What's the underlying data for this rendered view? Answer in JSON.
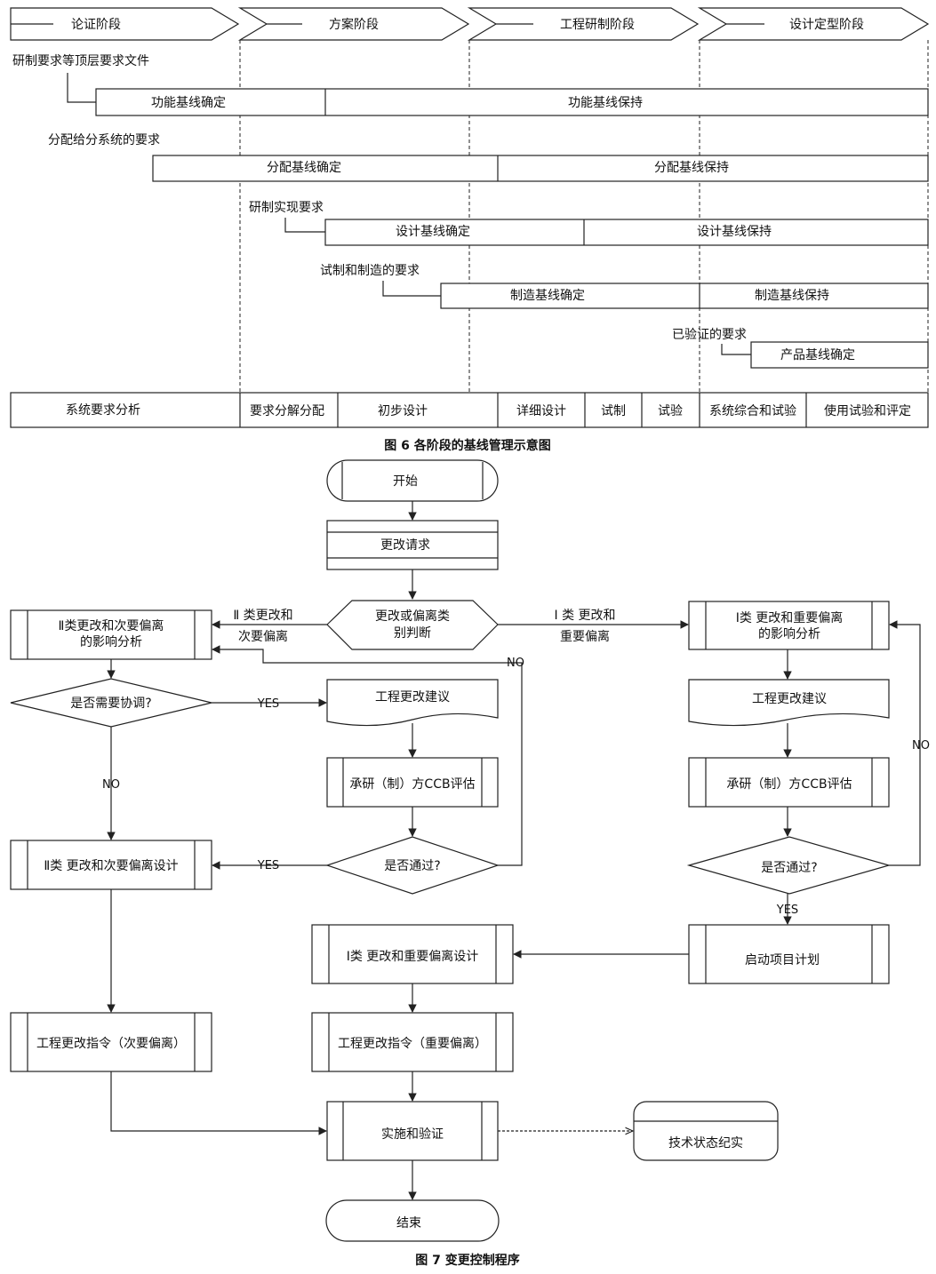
{
  "fig6": {
    "phases": [
      "论证阶段",
      "方案阶段",
      "工程研制阶段",
      "设计定型阶段"
    ],
    "req_top": "研制要求等顶层要求文件",
    "func_define": "功能基线确定",
    "func_keep": "功能基线保持",
    "req_alloc": "分配给分系统的要求",
    "alloc_define": "分配基线确定",
    "alloc_keep": "分配基线保持",
    "req_impl": "研制实现要求",
    "design_define": "设计基线确定",
    "design_keep": "设计基线保持",
    "req_mfg": "试制和制造的要求",
    "mfg_define": "制造基线确定",
    "mfg_keep": "制造基线保持",
    "req_verified": "已验证的要求",
    "product_define": "产品基线确定",
    "activities": [
      "系统要求分析",
      "要求分解分配",
      "初步设计",
      "详细设计",
      "试制",
      "试验",
      "系统综合和试验",
      "使用试验和评定"
    ],
    "caption": "图 6  各阶段的基线管理示意图"
  },
  "fig7": {
    "start": "开始",
    "request": "更改请求",
    "judge": [
      "更改或偏离类",
      "别判断"
    ],
    "cls2_label": [
      "Ⅱ 类更改和",
      "次要偏离"
    ],
    "cls1_label": [
      "Ⅰ 类 更改和",
      "重要偏离"
    ],
    "analysis2": [
      "Ⅱ类更改和次要偏离",
      "的影响分析"
    ],
    "analysis1": [
      "Ⅰ类 更改和重要偏离",
      "的影响分析"
    ],
    "need_coord": "是否需要协调?",
    "yes": "YES",
    "no": "NO",
    "proposal": "工程更改建议",
    "ccb_eval": "承研（制）方CCB评估",
    "passed": "是否通过?",
    "design2": "Ⅱ类 更改和次要偏离设计",
    "design1": "Ⅰ类 更改和重要偏离设计",
    "start_plan": "启动项目计划",
    "order2": "工程更改指令（次要偏离）",
    "order1": "工程更改指令（重要偏离）",
    "implement": "实施和验证",
    "record": "技术状态纪实",
    "end": "结束",
    "caption": "图 7  变更控制程序"
  }
}
